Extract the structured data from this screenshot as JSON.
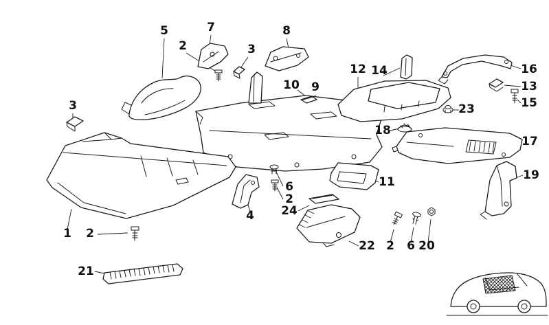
{
  "figure": {
    "kind": "exploded-parts-diagram",
    "colors": {
      "ink": "#1a1a1a",
      "background": "#ffffff"
    },
    "thumbnail": {
      "name": "car-location-thumbnail"
    },
    "glyphs": [
      "screw",
      "bolt",
      "nut",
      "clip",
      "grommet",
      "panel",
      "bracket"
    ],
    "callouts": [
      {
        "label": "5"
      },
      {
        "label": "7"
      },
      {
        "label": "8"
      },
      {
        "label": "2"
      },
      {
        "label": "3"
      },
      {
        "label": "10"
      },
      {
        "label": "9"
      },
      {
        "label": "12"
      },
      {
        "label": "14"
      },
      {
        "label": "16"
      },
      {
        "label": "13"
      },
      {
        "label": "15"
      },
      {
        "label": "23"
      },
      {
        "label": "18"
      },
      {
        "label": "17"
      },
      {
        "label": "3"
      },
      {
        "label": "19"
      },
      {
        "label": "11"
      },
      {
        "label": "6"
      },
      {
        "label": "2"
      },
      {
        "label": "24"
      },
      {
        "label": "4"
      },
      {
        "label": "1"
      },
      {
        "label": "2"
      },
      {
        "label": "22"
      },
      {
        "label": "2"
      },
      {
        "label": "6"
      },
      {
        "label": "20"
      },
      {
        "label": "21"
      }
    ]
  }
}
